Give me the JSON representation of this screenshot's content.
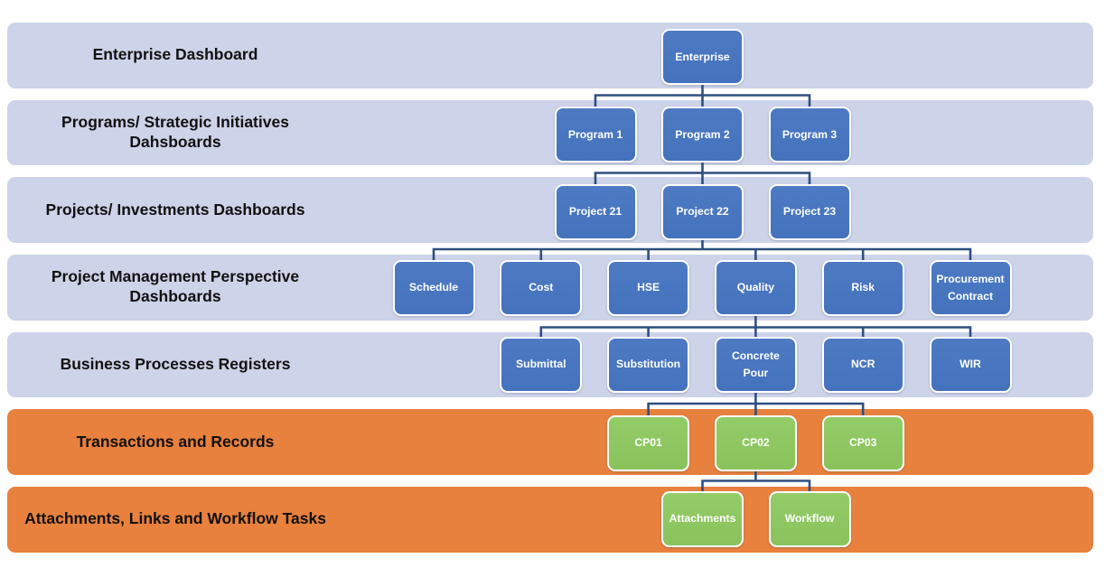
{
  "diagram": {
    "colors": {
      "band_lavender": "#cdd3e8",
      "band_orange": "#e8803e",
      "node_blue": "#4777c0",
      "node_green": "#8dc963",
      "connector": "#2e4f80",
      "band_text": "#111111",
      "node_text": "#ffffff"
    },
    "rows": [
      {
        "label": "Enterprise Dashboard",
        "nodes": [
          {
            "label": "Enterprise"
          }
        ]
      },
      {
        "label": "Programs/ Strategic Initiatives\nDahsboards",
        "nodes": [
          {
            "label": "Program 1"
          },
          {
            "label": "Program 2"
          },
          {
            "label": "Program 3"
          }
        ]
      },
      {
        "label": "Projects/ Investments Dashboards",
        "nodes": [
          {
            "label": "Project 21"
          },
          {
            "label": "Project 22"
          },
          {
            "label": "Project 23"
          }
        ]
      },
      {
        "label": "Project Management Perspective\nDashboards",
        "nodes": [
          {
            "label": "Schedule"
          },
          {
            "label": "Cost"
          },
          {
            "label": "HSE"
          },
          {
            "label": "Quality"
          },
          {
            "label": "Risk"
          },
          {
            "label": "Procurement Contract"
          }
        ]
      },
      {
        "label": "Business Processes Registers",
        "nodes": [
          {
            "label": "Submittal"
          },
          {
            "label": "Substitution"
          },
          {
            "label": "Concrete Pour"
          },
          {
            "label": "NCR"
          },
          {
            "label": "WIR"
          }
        ]
      },
      {
        "label": "Transactions and Records",
        "nodes": [
          {
            "label": "CP01"
          },
          {
            "label": "CP02"
          },
          {
            "label": "CP03"
          }
        ]
      },
      {
        "label": "Attachments, Links and Workflow Tasks",
        "nodes": [
          {
            "label": "Attachments"
          },
          {
            "label": "Workflow"
          }
        ]
      }
    ]
  }
}
